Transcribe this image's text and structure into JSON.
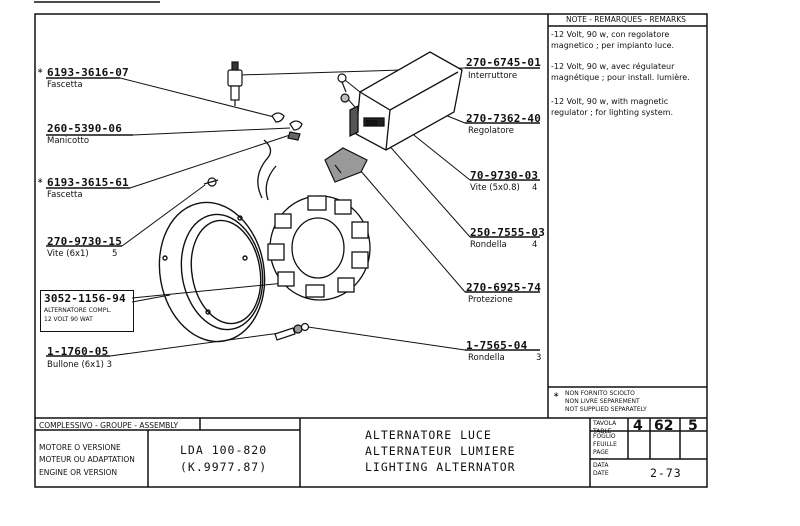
{
  "notes": {
    "header": "NOTE - REMARQUES - REMARKS",
    "it": "-12 Volt, 90 w, con regolatore magnetico ; per impianto luce.",
    "fr": "-12 Volt, 90 w, avec régulateur magnétique ; pour install. lumière.",
    "en": "-12 Volt, 90 w, with magnetic regulator ; for lighting system.",
    "footnote_1": "NON FORNITO SCIOLTO",
    "footnote_2": "NON LIVRE SEPAREMENT",
    "footnote_3": "NOT SUPPLIED SEPARATELY"
  },
  "parts_left": [
    {
      "number": "6193-3616-07",
      "name": "Fascetta",
      "star": true
    },
    {
      "number": "260-5390-06",
      "name": "Manicotto"
    },
    {
      "number": "6193-3615-61",
      "name": "Fascetta",
      "star": true
    },
    {
      "number": "270-9730-15",
      "name": "Vite (6x1)",
      "qty": "5"
    },
    {
      "number": "3052-1156-94",
      "line1": "ALTERNATORE COMPL.",
      "line2": "12 VOLT 90 WAT"
    },
    {
      "number": "1-1760-05",
      "name": "Bullone (6x1) 3"
    }
  ],
  "parts_right": [
    {
      "number": "270-6745-01",
      "name": "Interruttore"
    },
    {
      "number": "270-7362-40",
      "name": "Regolatore"
    },
    {
      "number": "70-9730-03",
      "name": "Vite (5x0.8)",
      "qty": "4"
    },
    {
      "number": "250-7555-03",
      "name": "Rondella",
      "qty": "4"
    },
    {
      "number": "270-6925-74",
      "name": "Protezione"
    },
    {
      "number": "1-7565-04",
      "name": "Rondella",
      "qty": "3"
    }
  ],
  "title_block": {
    "assembly_label": "COMPLESSIVO - GROUPE - ASSEMBLY",
    "engine_label_1": "MOTORE O VERSIONE",
    "engine_label_2": "MOTEUR OU ADAPTATION",
    "engine_label_3": "ENGINE OR VERSION",
    "engine_value_1": "LDA 100-820",
    "engine_value_2": "(K.9977.87)",
    "title_it": "ALTERNATORE LUCE",
    "title_fr": "ALTERNATEUR LUMIERE",
    "title_en": "LIGHTING ALTERNATOR",
    "table_label": "TAVOLA\nTABLE",
    "table_1": "4",
    "table_2": "62",
    "table_3": "5",
    "page_label": "FOGLIO\nFEUILLE\nPAGE",
    "date_label": "DATA\nDATE",
    "date_value": "2-73"
  },
  "icons": [
    "star-icon"
  ]
}
